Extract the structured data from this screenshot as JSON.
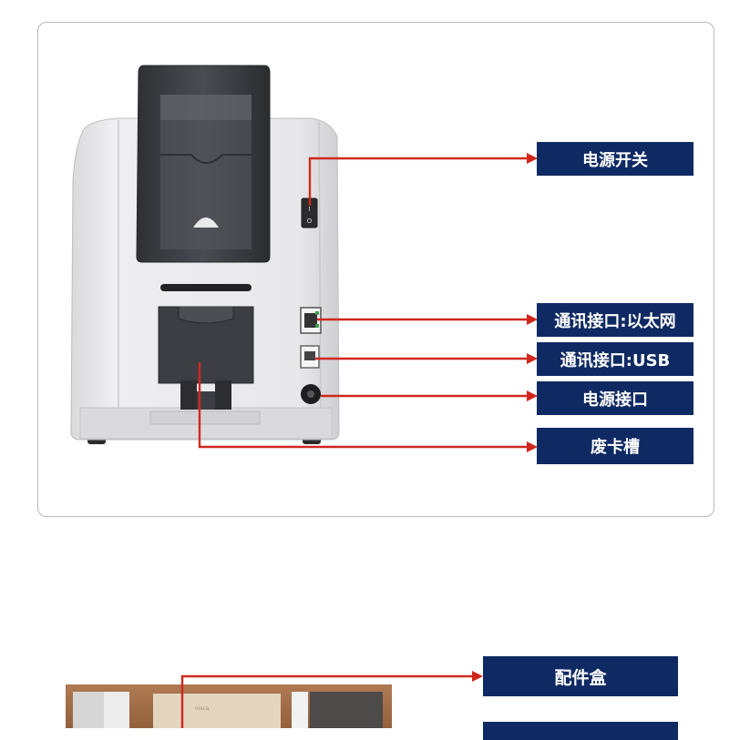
{
  "panel_top": {
    "labels": {
      "power_switch": "电源开关",
      "ethernet_port": "通讯接口:以太网",
      "usb_port": "通讯接口:USB",
      "power_port": "电源接口",
      "reject_slot": "废卡槽"
    }
  },
  "panel_bottom": {
    "labels": {
      "accessory_box": "配件盒"
    }
  },
  "colors": {
    "label_bg": "#0f2a63",
    "arrow": "#d0281e",
    "printer_body": "#e6e6e8",
    "hood": "#3d3f44"
  }
}
